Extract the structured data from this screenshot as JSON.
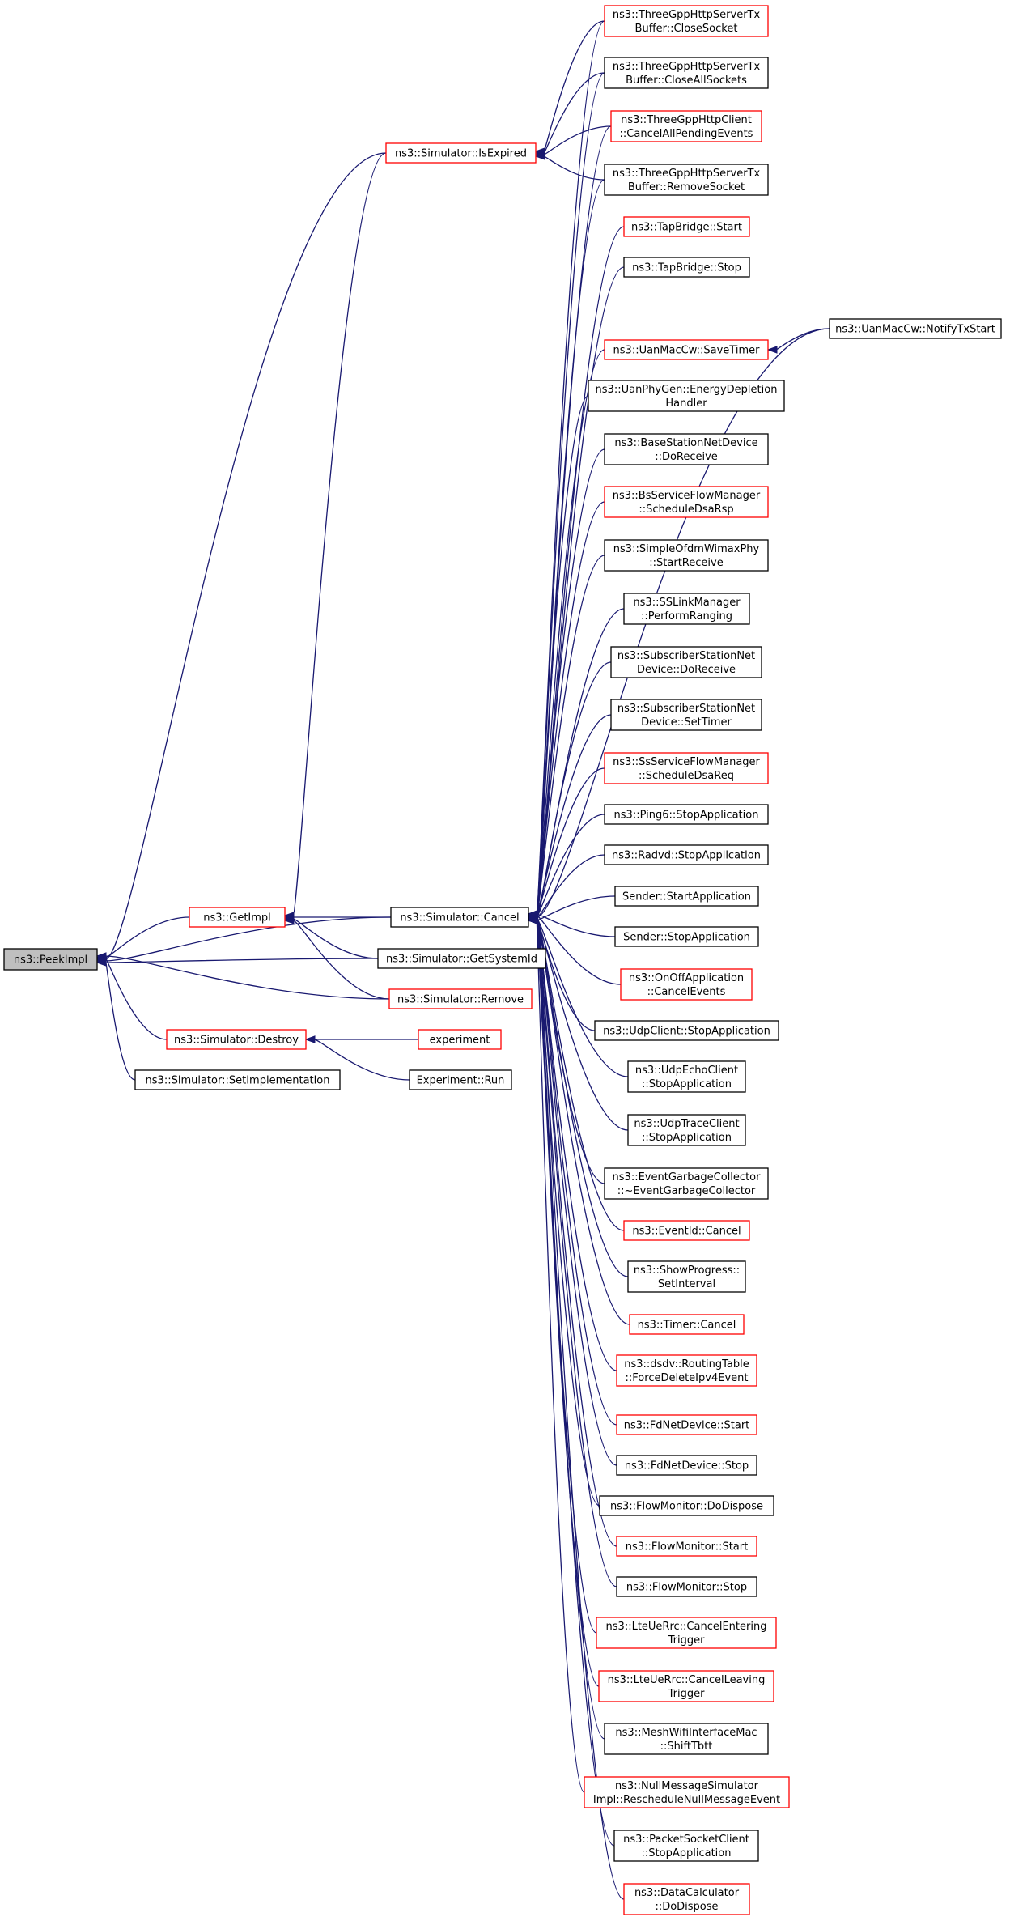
{
  "colors": {
    "edge": "#191970",
    "normal_border": "#000000",
    "truncated_border": "#ff0000",
    "focus_fill": "#bfbfbf",
    "node_fill": "#ffffff"
  },
  "nodes": [
    {
      "id": "peekimpl",
      "lines": [
        "ns3::PeekImpl"
      ],
      "border": "focus"
    },
    {
      "id": "getimpl",
      "lines": [
        "ns3::GetImpl"
      ],
      "border": "red"
    },
    {
      "id": "isexpired",
      "lines": [
        "ns3::Simulator::IsExpired"
      ],
      "border": "red"
    },
    {
      "id": "destroy",
      "lines": [
        "ns3::Simulator::Destroy"
      ],
      "border": "red"
    },
    {
      "id": "setimpl",
      "lines": [
        "ns3::Simulator::SetImplementation"
      ],
      "border": "black"
    },
    {
      "id": "cancel",
      "lines": [
        "ns3::Simulator::Cancel"
      ],
      "border": "black"
    },
    {
      "id": "getsysid",
      "lines": [
        "ns3::Simulator::GetSystemId"
      ],
      "border": "black"
    },
    {
      "id": "remove",
      "lines": [
        "ns3::Simulator::Remove"
      ],
      "border": "red"
    },
    {
      "id": "experiment",
      "lines": [
        "experiment"
      ],
      "border": "red"
    },
    {
      "id": "exprun",
      "lines": [
        "Experiment::Run"
      ],
      "border": "black"
    },
    {
      "id": "closesocket",
      "lines": [
        "ns3::ThreeGppHttpServerTx",
        "Buffer::CloseSocket"
      ],
      "border": "red"
    },
    {
      "id": "closeall",
      "lines": [
        "ns3::ThreeGppHttpServerTx",
        "Buffer::CloseAllSockets"
      ],
      "border": "black"
    },
    {
      "id": "cancelpending",
      "lines": [
        "ns3::ThreeGppHttpClient",
        "::CancelAllPendingEvents"
      ],
      "border": "red"
    },
    {
      "id": "removesocket",
      "lines": [
        "ns3::ThreeGppHttpServerTx",
        "Buffer::RemoveSocket"
      ],
      "border": "black"
    },
    {
      "id": "tapstart",
      "lines": [
        "ns3::TapBridge::Start"
      ],
      "border": "red"
    },
    {
      "id": "tapstop",
      "lines": [
        "ns3::TapBridge::Stop"
      ],
      "border": "black"
    },
    {
      "id": "savetimer",
      "lines": [
        "ns3::UanMacCw::SaveTimer"
      ],
      "border": "red"
    },
    {
      "id": "notifytx",
      "lines": [
        "ns3::UanMacCw::NotifyTxStart"
      ],
      "border": "black"
    },
    {
      "id": "energy",
      "lines": [
        "ns3::UanPhyGen::EnergyDepletion",
        "Handler"
      ],
      "border": "black"
    },
    {
      "id": "bsreceive",
      "lines": [
        "ns3::BaseStationNetDevice",
        "::DoReceive"
      ],
      "border": "black"
    },
    {
      "id": "bsflow",
      "lines": [
        "ns3::BsServiceFlowManager",
        "::ScheduleDsaRsp"
      ],
      "border": "red"
    },
    {
      "id": "ofdm",
      "lines": [
        "ns3::SimpleOfdmWimaxPhy",
        "::StartReceive"
      ],
      "border": "black"
    },
    {
      "id": "sslink",
      "lines": [
        "ns3::SSLinkManager",
        "::PerformRanging"
      ],
      "border": "black"
    },
    {
      "id": "ssreceive",
      "lines": [
        "ns3::SubscriberStationNet",
        "Device::DoReceive"
      ],
      "border": "black"
    },
    {
      "id": "sstimer",
      "lines": [
        "ns3::SubscriberStationNet",
        "Device::SetTimer"
      ],
      "border": "black"
    },
    {
      "id": "ssflow",
      "lines": [
        "ns3::SsServiceFlowManager",
        "::ScheduleDsaReq"
      ],
      "border": "red"
    },
    {
      "id": "ping6",
      "lines": [
        "ns3::Ping6::StopApplication"
      ],
      "border": "black"
    },
    {
      "id": "radvd",
      "lines": [
        "ns3::Radvd::StopApplication"
      ],
      "border": "black"
    },
    {
      "id": "senderstart",
      "lines": [
        "Sender::StartApplication"
      ],
      "border": "black"
    },
    {
      "id": "senderstop",
      "lines": [
        "Sender::StopApplication"
      ],
      "border": "black"
    },
    {
      "id": "onoff",
      "lines": [
        "ns3::OnOffApplication",
        "::CancelEvents"
      ],
      "border": "red"
    },
    {
      "id": "udpclient",
      "lines": [
        "ns3::UdpClient::StopApplication"
      ],
      "border": "black"
    },
    {
      "id": "udpecho",
      "lines": [
        "ns3::UdpEchoClient",
        "::StopApplication"
      ],
      "border": "black"
    },
    {
      "id": "udptrace",
      "lines": [
        "ns3::UdpTraceClient",
        "::StopApplication"
      ],
      "border": "black"
    },
    {
      "id": "garbage",
      "lines": [
        "ns3::EventGarbageCollector",
        "::~EventGarbageCollector"
      ],
      "border": "black"
    },
    {
      "id": "eventid",
      "lines": [
        "ns3::EventId::Cancel"
      ],
      "border": "red"
    },
    {
      "id": "progress",
      "lines": [
        "ns3::ShowProgress::",
        "SetInterval"
      ],
      "border": "black"
    },
    {
      "id": "timer",
      "lines": [
        "ns3::Timer::Cancel"
      ],
      "border": "red"
    },
    {
      "id": "dsdv",
      "lines": [
        "ns3::dsdv::RoutingTable",
        "::ForceDeleteIpv4Event"
      ],
      "border": "red"
    },
    {
      "id": "fdstart",
      "lines": [
        "ns3::FdNetDevice::Start"
      ],
      "border": "red"
    },
    {
      "id": "fdstop",
      "lines": [
        "ns3::FdNetDevice::Stop"
      ],
      "border": "black"
    },
    {
      "id": "fmdispose",
      "lines": [
        "ns3::FlowMonitor::DoDispose"
      ],
      "border": "black"
    },
    {
      "id": "fmstart",
      "lines": [
        "ns3::FlowMonitor::Start"
      ],
      "border": "red"
    },
    {
      "id": "fmstop",
      "lines": [
        "ns3::FlowMonitor::Stop"
      ],
      "border": "black"
    },
    {
      "id": "lteenter",
      "lines": [
        "ns3::LteUeRrc::CancelEntering",
        "Trigger"
      ],
      "border": "red"
    },
    {
      "id": "lteleave",
      "lines": [
        "ns3::LteUeRrc::CancelLeaving",
        "Trigger"
      ],
      "border": "red"
    },
    {
      "id": "mesh",
      "lines": [
        "ns3::MeshWifiInterfaceMac",
        "::ShiftTbtt"
      ],
      "border": "black"
    },
    {
      "id": "nullmsg",
      "lines": [
        "ns3::NullMessageSimulator",
        "Impl::RescheduleNullMessageEvent"
      ],
      "border": "red"
    },
    {
      "id": "packetsock",
      "lines": [
        "ns3::PacketSocketClient",
        "::StopApplication"
      ],
      "border": "black"
    },
    {
      "id": "datacalc",
      "lines": [
        "ns3::DataCalculator",
        "::DoDispose"
      ],
      "border": "red"
    }
  ],
  "edges": [
    [
      "getimpl",
      "peekimpl"
    ],
    [
      "isexpired",
      "peekimpl"
    ],
    [
      "cancel",
      "peekimpl"
    ],
    [
      "getsysid",
      "peekimpl"
    ],
    [
      "remove",
      "peekimpl"
    ],
    [
      "destroy",
      "peekimpl"
    ],
    [
      "setimpl",
      "peekimpl"
    ],
    [
      "isexpired",
      "getimpl"
    ],
    [
      "cancel",
      "getimpl"
    ],
    [
      "getsysid",
      "getimpl"
    ],
    [
      "remove",
      "getimpl"
    ],
    [
      "closesocket",
      "isexpired"
    ],
    [
      "closeall",
      "isexpired"
    ],
    [
      "cancelpending",
      "isexpired"
    ],
    [
      "removesocket",
      "isexpired"
    ],
    [
      "experiment",
      "destroy"
    ],
    [
      "exprun",
      "destroy"
    ],
    [
      "notifytx",
      "savetimer"
    ],
    [
      "closesocket",
      "cancel"
    ],
    [
      "closeall",
      "cancel"
    ],
    [
      "cancelpending",
      "cancel"
    ],
    [
      "removesocket",
      "cancel"
    ],
    [
      "tapstart",
      "cancel"
    ],
    [
      "tapstop",
      "cancel"
    ],
    [
      "notifytx",
      "cancel"
    ],
    [
      "savetimer",
      "cancel"
    ],
    [
      "energy",
      "cancel"
    ],
    [
      "bsreceive",
      "cancel"
    ],
    [
      "bsflow",
      "cancel"
    ],
    [
      "ofdm",
      "cancel"
    ],
    [
      "sslink",
      "cancel"
    ],
    [
      "ssreceive",
      "cancel"
    ],
    [
      "sstimer",
      "cancel"
    ],
    [
      "ssflow",
      "cancel"
    ],
    [
      "ping6",
      "cancel"
    ],
    [
      "radvd",
      "cancel"
    ],
    [
      "senderstart",
      "cancel"
    ],
    [
      "senderstop",
      "cancel"
    ],
    [
      "onoff",
      "cancel"
    ],
    [
      "udpclient",
      "cancel"
    ],
    [
      "udpecho",
      "cancel"
    ],
    [
      "udptrace",
      "cancel"
    ],
    [
      "garbage",
      "cancel"
    ],
    [
      "eventid",
      "cancel"
    ],
    [
      "progress",
      "cancel"
    ],
    [
      "timer",
      "cancel"
    ],
    [
      "dsdv",
      "cancel"
    ],
    [
      "fdstart",
      "cancel"
    ],
    [
      "fdstop",
      "cancel"
    ],
    [
      "fmdispose",
      "cancel"
    ],
    [
      "fmstart",
      "cancel"
    ],
    [
      "fmstop",
      "cancel"
    ],
    [
      "lteenter",
      "cancel"
    ],
    [
      "lteleave",
      "cancel"
    ],
    [
      "mesh",
      "cancel"
    ],
    [
      "nullmsg",
      "cancel"
    ],
    [
      "packetsock",
      "cancel"
    ],
    [
      "datacalc",
      "cancel"
    ]
  ]
}
